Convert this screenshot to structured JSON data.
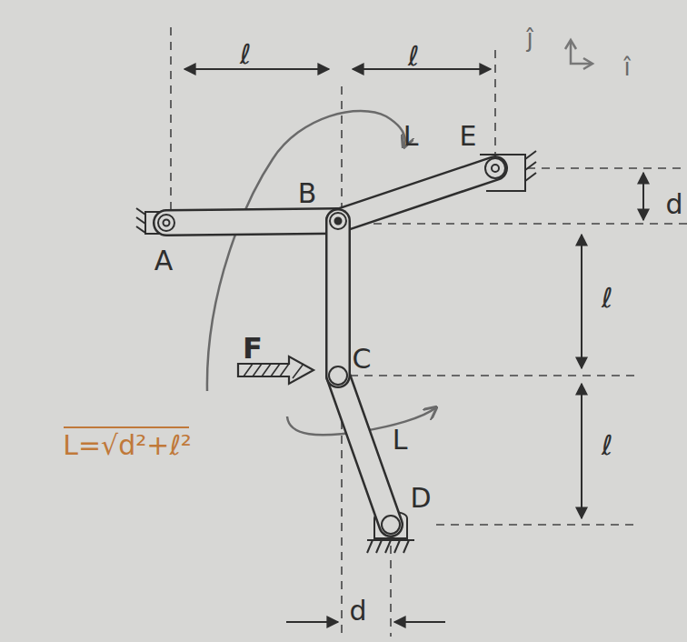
{
  "diagram": {
    "labels": [
      "ℓ",
      "ℓ",
      "ĵ",
      "î",
      "L",
      "E",
      "B",
      "d",
      "A",
      "ℓ",
      "F",
      "C",
      "L=√d²+ℓ²",
      "L",
      "ℓ",
      "D",
      "d"
    ]
  }
}
